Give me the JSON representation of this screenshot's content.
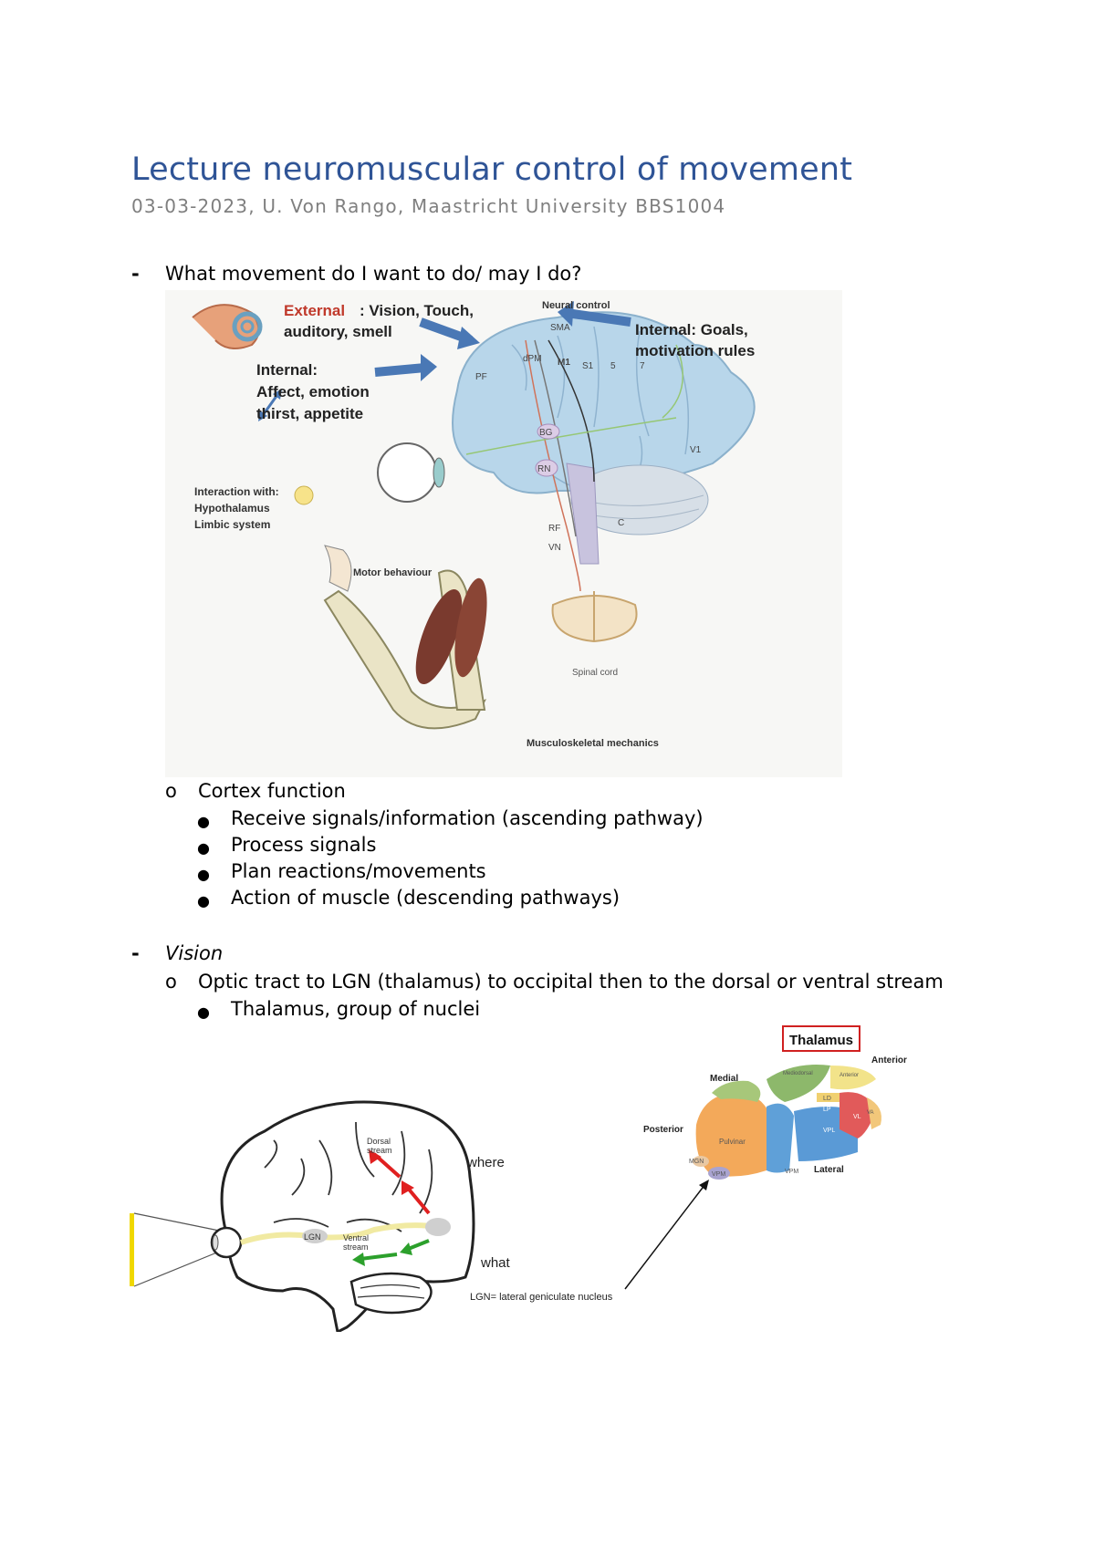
{
  "document": {
    "title": "Lecture neuromuscular control of movement",
    "subtitle": "03-03-2023, U. Von Rango, Maastricht University BBS1004"
  },
  "sections": [
    {
      "marker": "-",
      "text": "What movement do I want to do/ may I do?",
      "figure": {
        "labels": {
          "external_word": "External",
          "external_rest": ": Vision, Touch,",
          "external_line2": "auditory, smell",
          "neural_control": "Neural control",
          "internal_goals_1": "Internal: Goals,",
          "internal_goals_2": "motivation rules",
          "internal_affect_1": "Internal:",
          "internal_affect_2": "Affect, emotion",
          "internal_affect_3": "thirst, appetite",
          "interaction_1": "Interaction with:",
          "interaction_2": "Hypothalamus",
          "interaction_3": "Limbic system",
          "motor_behaviour": "Motor behaviour",
          "spinal_cord": "Spinal cord",
          "musculoskeletal": "Musculoskeletal mechanics",
          "sma": "SMA",
          "dpm": "dPM",
          "m1": "M1",
          "s1": "S1",
          "pf": "PF",
          "bg": "BG",
          "rn": "RN",
          "rf": "RF",
          "vn": "VN",
          "c": "C",
          "v1": "V1",
          "n5": "5",
          "n7": "7"
        }
      },
      "sub": {
        "marker": "o",
        "text": "Cortex function",
        "bullets": [
          "Receive signals/information (ascending pathway)",
          "Process signals",
          "Plan reactions/movements",
          "Action of muscle (descending pathways)"
        ]
      }
    },
    {
      "marker": "-",
      "text": "Vision",
      "sub": {
        "marker": "o",
        "text": "Optic tract to LGN (thalamus) to occipital then to the dorsal or ventral stream",
        "bullets": [
          "Thalamus, group of nuclei"
        ]
      },
      "figure": {
        "labels": {
          "dorsal_1": "Dorsal",
          "dorsal_2": "stream",
          "where": "where",
          "ventral_1": "Ventral",
          "ventral_2": "stream",
          "what": "what",
          "lgn": "LGN",
          "thalamus": "Thalamus",
          "anterior": "Anterior",
          "medial": "Medial",
          "posterior": "Posterior",
          "lateral": "Lateral",
          "lgn_caption": "LGN= lateral geniculate nucleus",
          "pulvinar": "Pulvinar",
          "mgn": "MGN",
          "vpm": "VPM",
          "vpl": "VPL",
          "vl": "VL",
          "va": "VA",
          "ld": "LD",
          "lp": "LP",
          "md": "Mediodorsal",
          "an": "Anterior"
        }
      }
    }
  ],
  "colors": {
    "title": "#2f5496",
    "subtitle": "#7f7f7f",
    "external_red": "#c0392b",
    "arrow_blue": "#4a78b5",
    "dorsal_arrow": "#e02020",
    "ventral_arrow": "#2ca02c"
  }
}
